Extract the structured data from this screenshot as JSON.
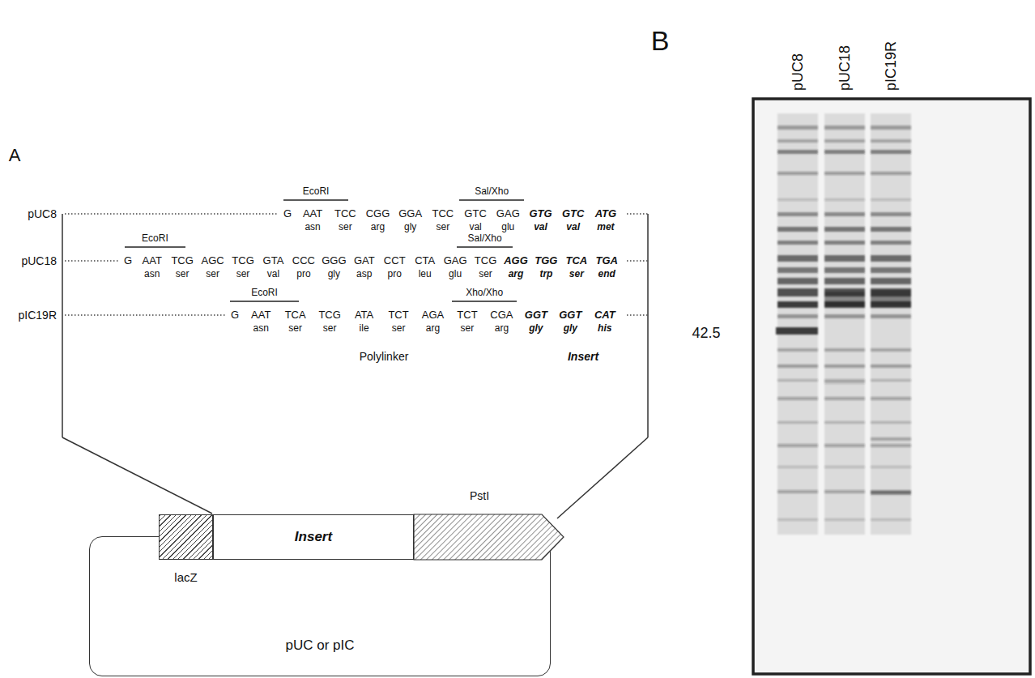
{
  "diagram": {
    "nodes": [
      {
        "text": [
          "pUC or pIC"
        ]
      },
      {
        "text": [
          "lacZ"
        ],
        "in": 0
      },
      {
        "text": [
          "Insert"
        ],
        "in": 0
      }
    ],
    "labels": [
      "A",
      "pUC8",
      "EcoRI",
      "Sal/Xho",
      "G",
      "AAT",
      "TCC",
      "CGG",
      "GGA",
      "TCC",
      "GTC",
      "GAG",
      "GTG",
      "GTC",
      "ATG",
      "asn",
      "ser",
      "arg",
      "gly",
      "ser",
      "val",
      "glu",
      "val",
      "val",
      "met",
      "pUC18",
      "EcoRI",
      "Sal/Xho",
      "G",
      "AAT",
      "TCG",
      "AGC",
      "TCG",
      "GTA",
      "CCC",
      "GGG",
      "GAT",
      "CCT",
      "CTA",
      "GAG",
      "TCG",
      "AGG",
      "TGG",
      "TCA",
      "TGA",
      "asn",
      "ser",
      "ser",
      "ser",
      "val",
      "pro",
      "gly",
      "asp",
      "pro",
      "leu",
      "glu",
      "ser",
      "arg",
      "trp",
      "ser",
      "end",
      "pIC19R",
      "EcoRI",
      "Xho/Xho",
      "G",
      "AAT",
      "TCA",
      "TCG",
      "ATA",
      "TCT",
      "AGA",
      "TCT",
      "CGA",
      "GGT",
      "GGT",
      "CAT",
      "asn",
      "ser",
      "ser",
      "ile",
      "ser",
      "arg",
      "ser",
      "arg",
      "gly",
      "gly",
      "his",
      "Polylinker",
      "Insert",
      "PstI",
      "B",
      "pUC8",
      "pUC18",
      "pIC19R",
      "42.5"
    ]
  }
}
